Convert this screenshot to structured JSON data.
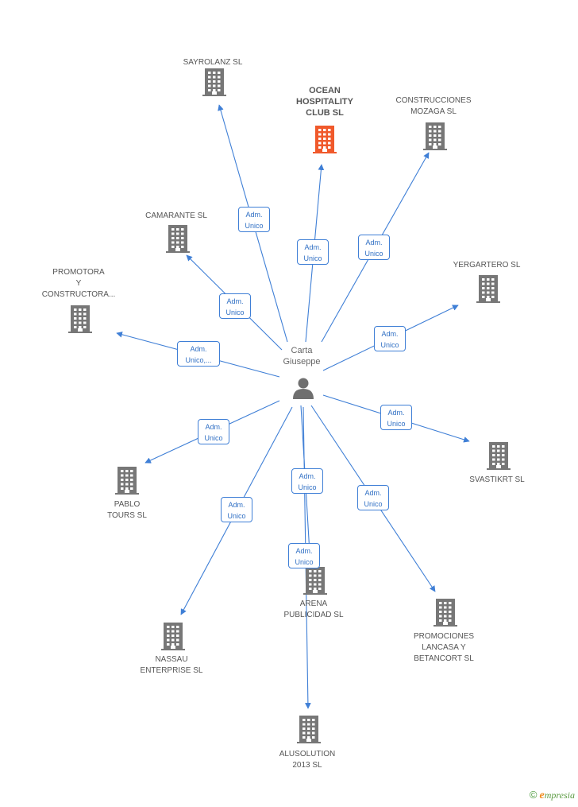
{
  "colors": {
    "edge": "#3f7fd6",
    "building": "#777777",
    "highlight": "#f0592b",
    "person": "#6f6f6f"
  },
  "center": {
    "name": "Carta\nGiuseppe"
  },
  "companies": [
    {
      "id": "sayrolanz",
      "label": "SAYROLANZ  SL",
      "highlight": false
    },
    {
      "id": "ocean",
      "label": "OCEAN\nHOSPITALITY\nCLUB SL",
      "highlight": true
    },
    {
      "id": "construcciones",
      "label": "CONSTRUCCIONES\nMOZAGA SL",
      "highlight": false
    },
    {
      "id": "camarante",
      "label": "CAMARANTE  SL",
      "highlight": false
    },
    {
      "id": "yergartero",
      "label": "YERGARTERO SL",
      "highlight": false
    },
    {
      "id": "promotora",
      "label": "PROMOTORA\nY\nCONSTRUCTORA...",
      "highlight": false
    },
    {
      "id": "svastikrt",
      "label": "SVASTIKRT SL",
      "highlight": false
    },
    {
      "id": "pablo",
      "label": "PABLO\nTOURS SL",
      "highlight": false
    },
    {
      "id": "arena",
      "label": "ARENA\nPUBLICIDAD SL",
      "highlight": false
    },
    {
      "id": "promociones",
      "label": "PROMOCIONES\nLANCASA Y\nBETANCORT SL",
      "highlight": false
    },
    {
      "id": "nassau",
      "label": "NASSAU\nENTERPRISE SL",
      "highlight": false
    },
    {
      "id": "alusolution",
      "label": "ALUSOLUTION\n2013  SL",
      "highlight": false
    }
  ],
  "edge_labels": {
    "sayrolanz": "Adm.\nUnico",
    "ocean": "Adm.\nUnico",
    "construcciones": "Adm.\nUnico",
    "camarante": "Adm.\nUnico",
    "yergartero": "Adm.\nUnico",
    "promotora": "Adm.\nUnico,...",
    "svastikrt": "Adm.\nUnico",
    "pablo": "Adm.\nUnico",
    "arena": "Adm.\nUnico",
    "promociones": "Adm.\nUnico",
    "nassau": "Adm.\nUnico",
    "alusolution": "Adm.\nUnico"
  },
  "footer": {
    "copyright": "©",
    "brand_initial": "e",
    "brand_rest": "mpresia"
  }
}
